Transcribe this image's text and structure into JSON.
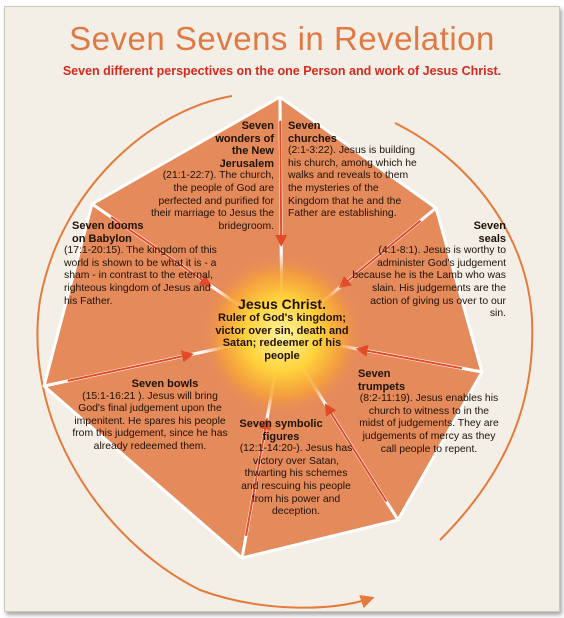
{
  "title": "Seven Sevens in Revelation",
  "subtitle": "Seven different perspectives on the one Person and work of Jesus Christ.",
  "center": {
    "title": "Jesus Christ.",
    "body": "Ruler of God's kingdom; victor over sin, death and Satan; redeemer of his people"
  },
  "sections": [
    {
      "id": "wonders",
      "heading": "Seven wonders of the New Jerusalem",
      "body": "(21:1-22:7). The church, the people of God are perfected and purified for their marriage to Jesus the bridegroom."
    },
    {
      "id": "churches",
      "heading": "Seven churches",
      "body": "(2:1-3:22). Jesus is building his church, among which he walks and reveals to them the mysteries of the Kingdom that he and the Father are establishing."
    },
    {
      "id": "seals",
      "heading": "Seven seals",
      "body": "(4:1-8:1). Jesus is worthy to administer God's judgement because he is the Lamb who was slain. His judgements are the action of giving us over to our sin."
    },
    {
      "id": "trumpets",
      "heading": "Seven trumpets",
      "body": "(8:2-11:19). Jesus enables his church to witness to in the midst of judgements. They are judgements of mercy as they call people to repent."
    },
    {
      "id": "figures",
      "heading": "Seven symbolic figures",
      "body": "(12:1-14:20-). Jesus has victory over Satan, thwarting his schemes and rescuing his people from his power and deception."
    },
    {
      "id": "bowls",
      "heading": "Seven bowls",
      "body": "(15:1-16:21 ). Jesus will bring God's final judgement upon the impenitent. He spares his people from this judgement, since he has already redeemed them."
    },
    {
      "id": "dooms",
      "heading": "Seven dooms on Babylon",
      "body": "(17:1-20:15). The kingdom of this world is shown to be what it is - a sham - in contrast to the eternal, righteous kingdom of Jesus and his Father."
    }
  ],
  "colors": {
    "segment": "#e58a5b",
    "border": "#ffffff",
    "arrow": "#e24a28",
    "title": "#e07a45",
    "subtitle": "#d42a1f",
    "sun": "#ffd23a",
    "paper": "#f4efe6"
  }
}
